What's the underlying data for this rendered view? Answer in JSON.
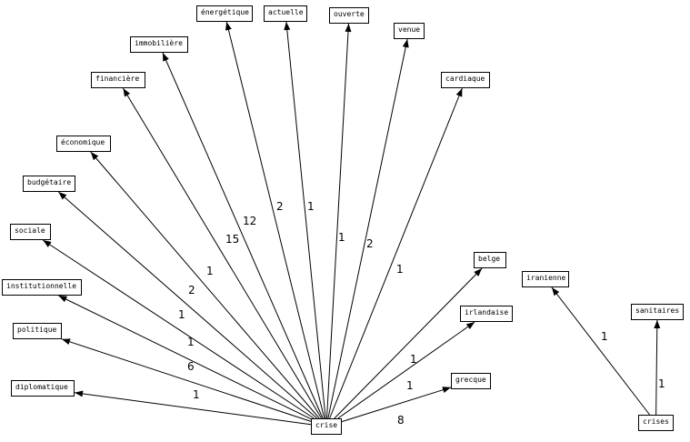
{
  "nodes": [
    {
      "id": "crise",
      "label": "crise"
    },
    {
      "id": "crises",
      "label": "crises"
    },
    {
      "id": "energetique",
      "label": "énergétique"
    },
    {
      "id": "actuelle",
      "label": "actuelle"
    },
    {
      "id": "ouverte",
      "label": "ouverte"
    },
    {
      "id": "venue",
      "label": "venue"
    },
    {
      "id": "immobiliere",
      "label": "immobilière"
    },
    {
      "id": "financiere",
      "label": "financière"
    },
    {
      "id": "cardiaque",
      "label": "cardiaque"
    },
    {
      "id": "economique",
      "label": "économique"
    },
    {
      "id": "budgetaire",
      "label": "budgétaire"
    },
    {
      "id": "sociale",
      "label": "sociale"
    },
    {
      "id": "institutionnelle",
      "label": "institutionnelle"
    },
    {
      "id": "politique",
      "label": "politique"
    },
    {
      "id": "diplomatique",
      "label": "diplomatique"
    },
    {
      "id": "belge",
      "label": "belge"
    },
    {
      "id": "irlandaise",
      "label": "irlandaise"
    },
    {
      "id": "grecque",
      "label": "grecque"
    },
    {
      "id": "iranienne",
      "label": "iranienne"
    },
    {
      "id": "sanitaires",
      "label": "sanitaires"
    }
  ],
  "edges": [
    {
      "from": "crise",
      "to": "energetique",
      "weight": "2"
    },
    {
      "from": "crise",
      "to": "actuelle",
      "weight": "1"
    },
    {
      "from": "crise",
      "to": "ouverte",
      "weight": "1"
    },
    {
      "from": "crise",
      "to": "venue",
      "weight": "2"
    },
    {
      "from": "crise",
      "to": "immobiliere",
      "weight": "12"
    },
    {
      "from": "crise",
      "to": "financiere",
      "weight": "15"
    },
    {
      "from": "crise",
      "to": "cardiaque",
      "weight": "1"
    },
    {
      "from": "crise",
      "to": "economique",
      "weight": "1"
    },
    {
      "from": "crise",
      "to": "budgetaire",
      "weight": "2"
    },
    {
      "from": "crise",
      "to": "sociale",
      "weight": "1"
    },
    {
      "from": "crise",
      "to": "institutionnelle",
      "weight": "6"
    },
    {
      "from": "crise",
      "to": "politique",
      "weight": "1"
    },
    {
      "from": "crise",
      "to": "diplomatique",
      "weight": "1"
    },
    {
      "from": "crise",
      "to": "belge",
      "weight": "1"
    },
    {
      "from": "crise",
      "to": "irlandaise",
      "weight": "1"
    },
    {
      "from": "crise",
      "to": "grecque",
      "weight": "8"
    },
    {
      "from": "crises",
      "to": "iranienne",
      "weight": "1"
    },
    {
      "from": "crises",
      "to": "sanitaires",
      "weight": "1"
    }
  ]
}
